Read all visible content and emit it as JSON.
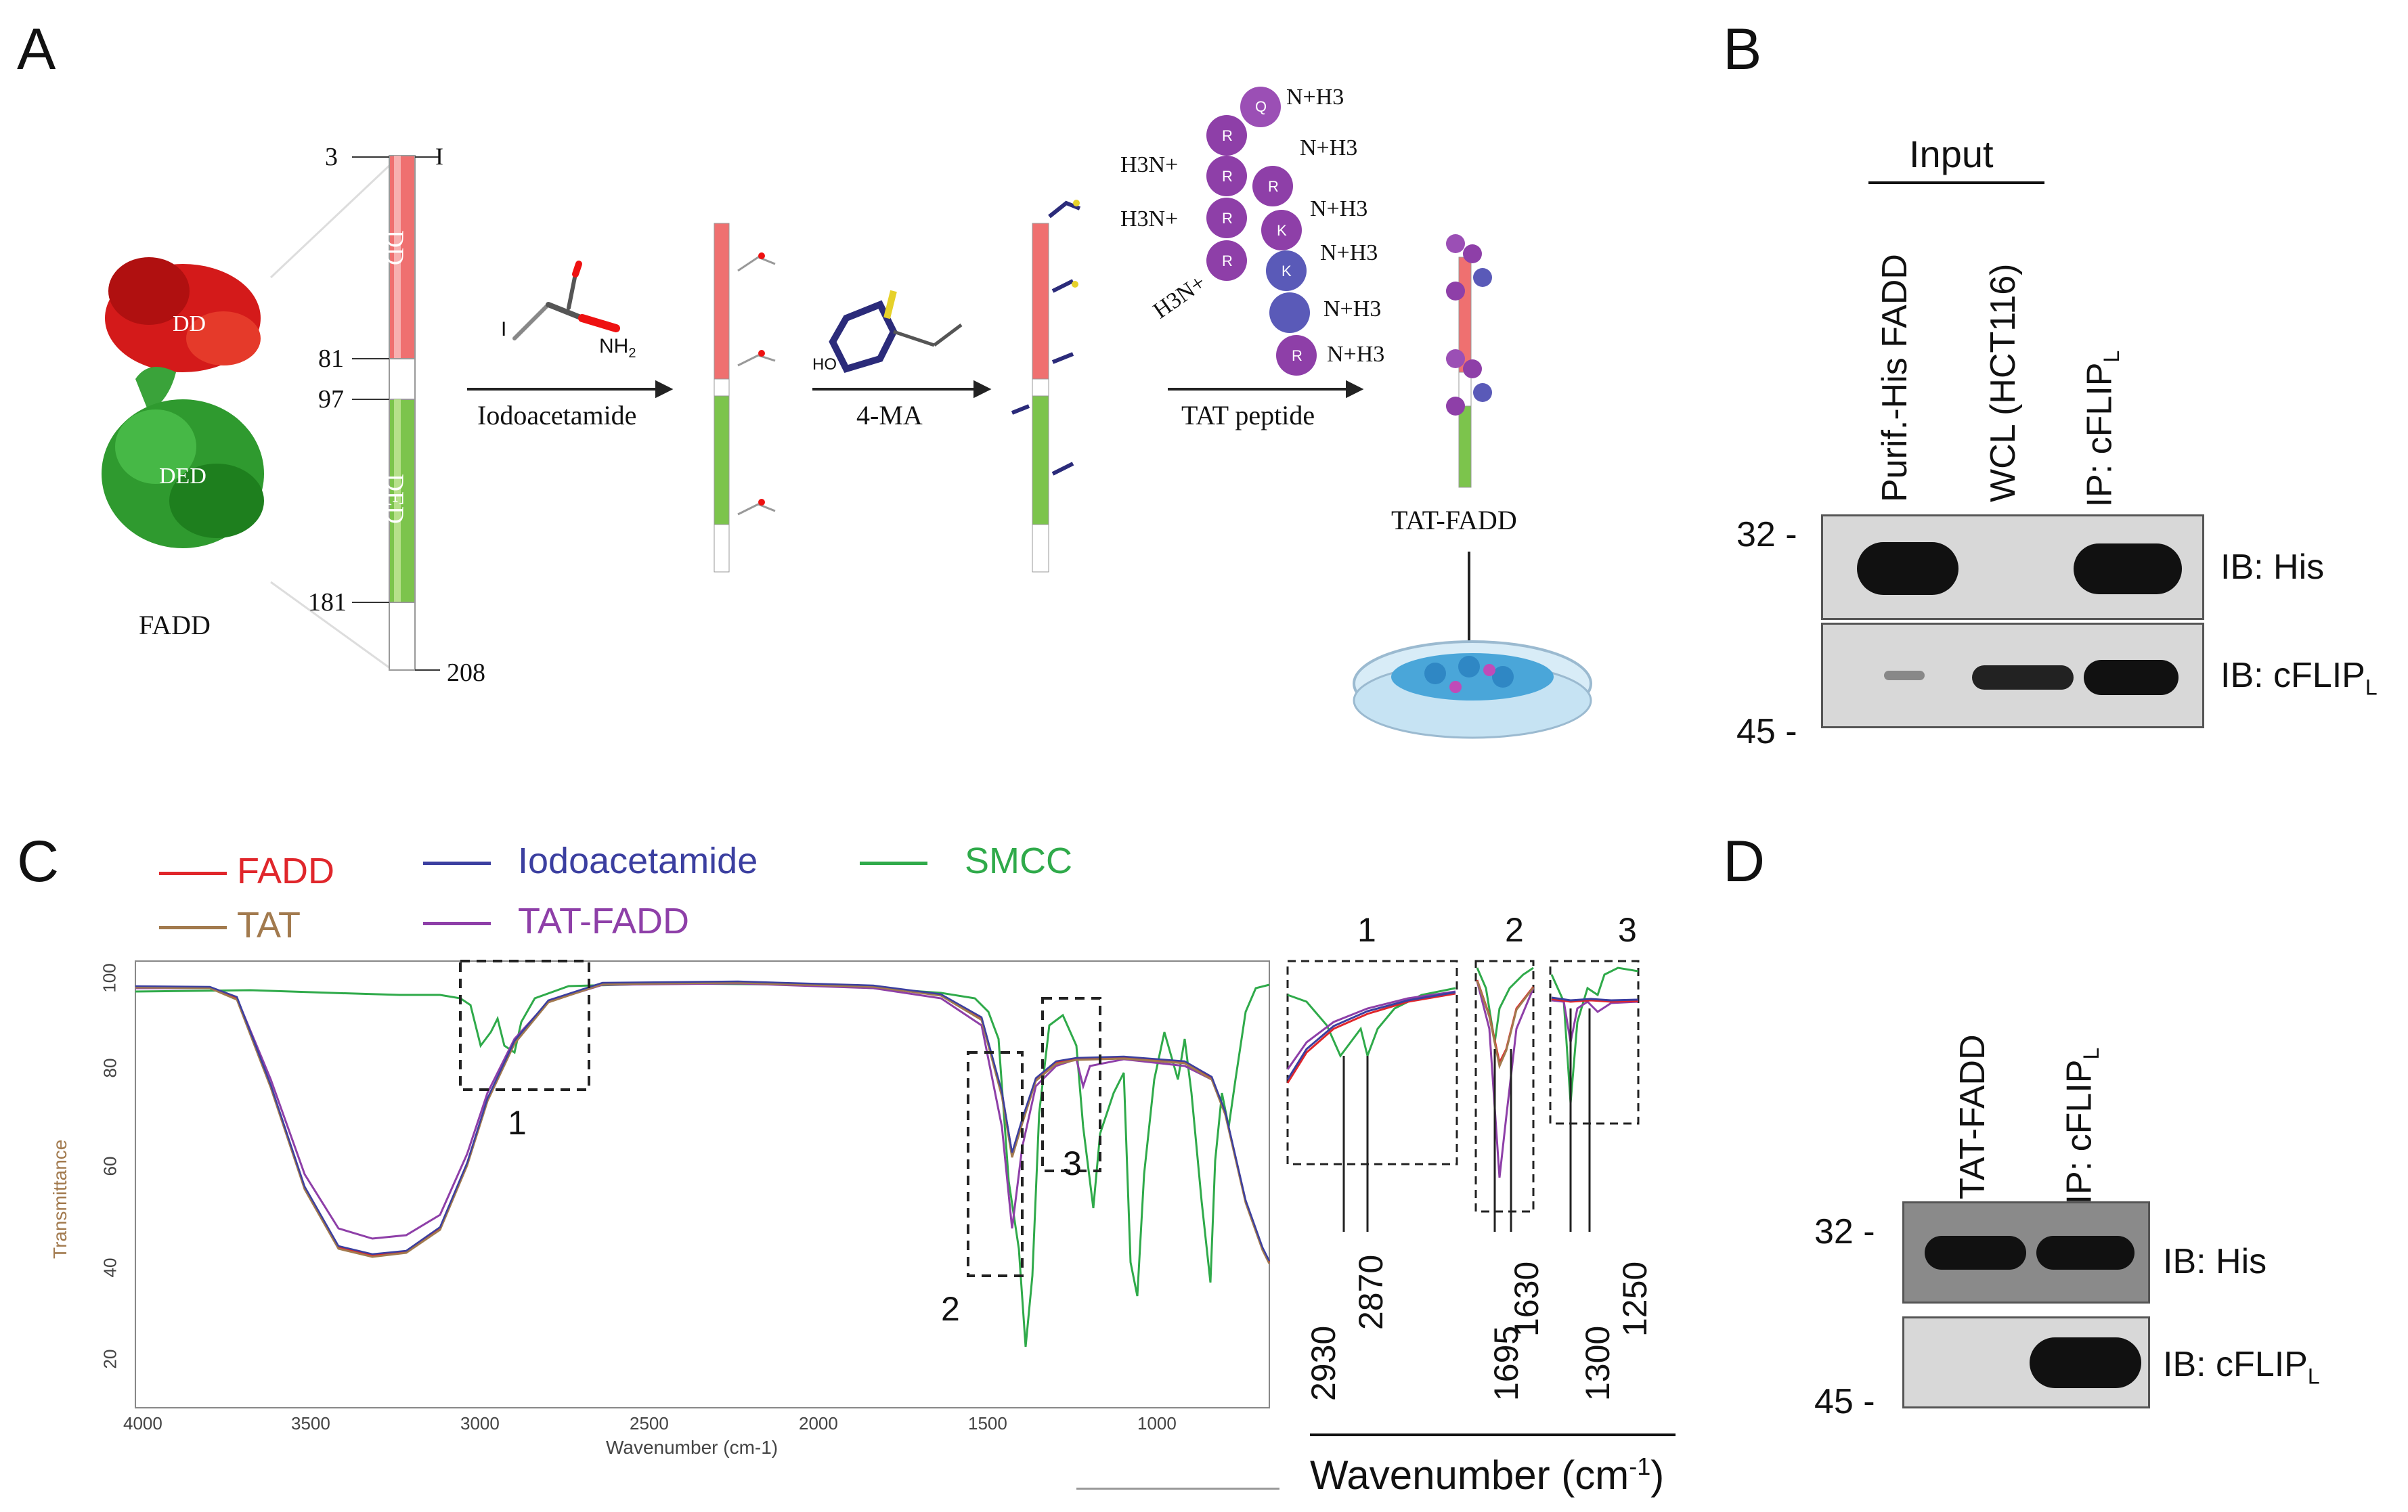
{
  "panels": {
    "a": "A",
    "b": "B",
    "c": "C",
    "d": "D"
  },
  "panel_a": {
    "domain_dd": "DD",
    "domain_ded": "DED",
    "protein_label": "FADD",
    "positions": [
      "3",
      "81",
      "97",
      "181",
      "208"
    ],
    "bar_top_label": "I",
    "reagent_iodo": "Iodoacetamide",
    "reagent_4ma": "4-MA",
    "reagent_tat": "TAT peptide",
    "product": "TAT-FADD",
    "iodo_atom": "I",
    "nh2": "NH",
    "nh2_sub": "2",
    "oh_atom": "HO",
    "tat_groups": [
      "H3N+",
      "N+H3"
    ],
    "tat_residues": [
      "Q",
      "R",
      "R",
      "R",
      "R",
      "R",
      "K",
      "K",
      "R"
    ]
  },
  "panel_b": {
    "input_label": "Input",
    "lanes": [
      "Purif.-His FADD",
      "WCL (HCT116)",
      "IP: cFLIP"
    ],
    "lane_sub": "L",
    "ib_his": "IB: His",
    "ib_cflip": "IB: cFLIP",
    "ib_sub": "L",
    "mw": [
      "32 -",
      "45 -"
    ]
  },
  "panel_c": {
    "legend": [
      {
        "name": "FADD",
        "color": "#e0262b"
      },
      {
        "name": "Iodoacetamide",
        "color": "#3b3fa0"
      },
      {
        "name": "SMCC",
        "color": "#2faa4a"
      },
      {
        "name": "TAT",
        "color": "#a27a4e"
      },
      {
        "name": "TAT-FADD",
        "color": "#8e3fa8"
      }
    ],
    "ylabel": "Transmittance",
    "xlabel": "Wavenumber (cm-1)",
    "yticks": [
      "100",
      "80",
      "60",
      "40",
      "20"
    ],
    "xticks": [
      "4000",
      "3500",
      "3000",
      "2500",
      "2000",
      "1500",
      "1000"
    ],
    "box_labels": [
      "1",
      "2",
      "3"
    ],
    "inset_labels": [
      "1",
      "2",
      "3"
    ],
    "peaks": [
      "2930",
      "2870",
      "1695",
      "1630",
      "1300",
      "1250"
    ],
    "big_xlabel": "Wavenumber (cm",
    "big_xlabel_sup": "-1",
    "big_xlabel_end": ")"
  },
  "panel_d": {
    "lanes": [
      "TAT-FADD",
      "IP: cFLIP"
    ],
    "lane_sub": "L",
    "ib_his": "IB: His",
    "ib_cflip": "IB: cFLIP",
    "ib_sub": "L",
    "mw": [
      "32 -",
      "45 -"
    ]
  }
}
